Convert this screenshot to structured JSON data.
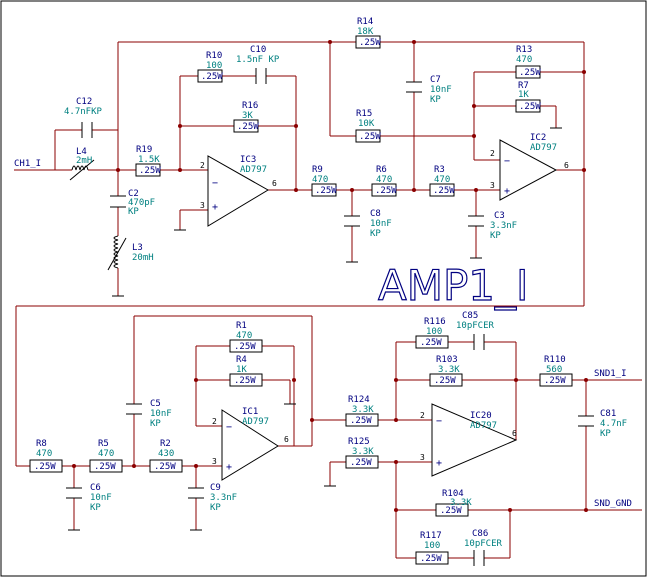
{
  "title": "AMP1_I",
  "colors": {
    "wire": "#8b0000",
    "text": "#000080",
    "value": "#008080",
    "border": "#000000"
  },
  "nets": {
    "input": "CH1_I",
    "output": "SND1_I",
    "ground": "SND_GND"
  },
  "opamps": [
    {
      "ref": "IC3",
      "val": "AD797"
    },
    {
      "ref": "IC2",
      "val": "AD797"
    },
    {
      "ref": "IC1",
      "val": "AD797"
    },
    {
      "ref": "IC20",
      "val": "AD797"
    }
  ],
  "opamp_pins": {
    "inv": "2",
    "noninv": "3",
    "out": "6"
  },
  "resistors": [
    {
      "ref": "R14",
      "val": "18K",
      "rating": ".25W"
    },
    {
      "ref": "R13",
      "val": "470",
      "rating": ".25W"
    },
    {
      "ref": "R7",
      "val": "1K",
      "rating": ".25W"
    },
    {
      "ref": "R10",
      "val": "100",
      "rating": ".25W"
    },
    {
      "ref": "R16",
      "val": "3K",
      "rating": ".25W"
    },
    {
      "ref": "R15",
      "val": "10K",
      "rating": ".25W"
    },
    {
      "ref": "R19",
      "val": "1.5K",
      "rating": ".25W"
    },
    {
      "ref": "R9",
      "val": "470",
      "rating": ".25W"
    },
    {
      "ref": "R6",
      "val": "470",
      "rating": ".25W"
    },
    {
      "ref": "R3",
      "val": "470",
      "rating": ".25W"
    },
    {
      "ref": "R1",
      "val": "470",
      "rating": ".25W"
    },
    {
      "ref": "R4",
      "val": "1K",
      "rating": ".25W"
    },
    {
      "ref": "R116",
      "val": "100",
      "rating": ".25W"
    },
    {
      "ref": "R103",
      "val": "3.3K",
      "rating": ".25W"
    },
    {
      "ref": "R110",
      "val": "560",
      "rating": ".25W"
    },
    {
      "ref": "R124",
      "val": "3.3K",
      "rating": ".25W"
    },
    {
      "ref": "R125",
      "val": "3.3K",
      "rating": ".25W"
    },
    {
      "ref": "R8",
      "val": "470",
      "rating": ".25W"
    },
    {
      "ref": "R5",
      "val": "470",
      "rating": ".25W"
    },
    {
      "ref": "R2",
      "val": "430",
      "rating": ".25W"
    },
    {
      "ref": "R104",
      "val": "3.3K",
      "rating": ".25W"
    },
    {
      "ref": "R117",
      "val": "100",
      "rating": ".25W"
    }
  ],
  "capacitors": [
    {
      "ref": "C12",
      "val": "4.7nFKP"
    },
    {
      "ref": "C10",
      "val": "1.5nF KP"
    },
    {
      "ref": "C7",
      "val": "10nF",
      "type": "KP"
    },
    {
      "ref": "C2",
      "val": "470pF",
      "type": "KP"
    },
    {
      "ref": "C8",
      "val": "10nF",
      "type": "KP"
    },
    {
      "ref": "C3",
      "val": "3.3nF",
      "type": "KP"
    },
    {
      "ref": "C85",
      "val": "10pFCER"
    },
    {
      "ref": "C5",
      "val": "10nF",
      "type": "KP"
    },
    {
      "ref": "C81",
      "val": "4.7nF",
      "type": "KP"
    },
    {
      "ref": "C6",
      "val": "10nF",
      "type": "KP"
    },
    {
      "ref": "C9",
      "val": "3.3nF",
      "type": "KP"
    },
    {
      "ref": "C86",
      "val": "10pFCER"
    }
  ],
  "inductors": [
    {
      "ref": "L4",
      "val": "2mH"
    },
    {
      "ref": "L3",
      "val": "20mH"
    }
  ]
}
